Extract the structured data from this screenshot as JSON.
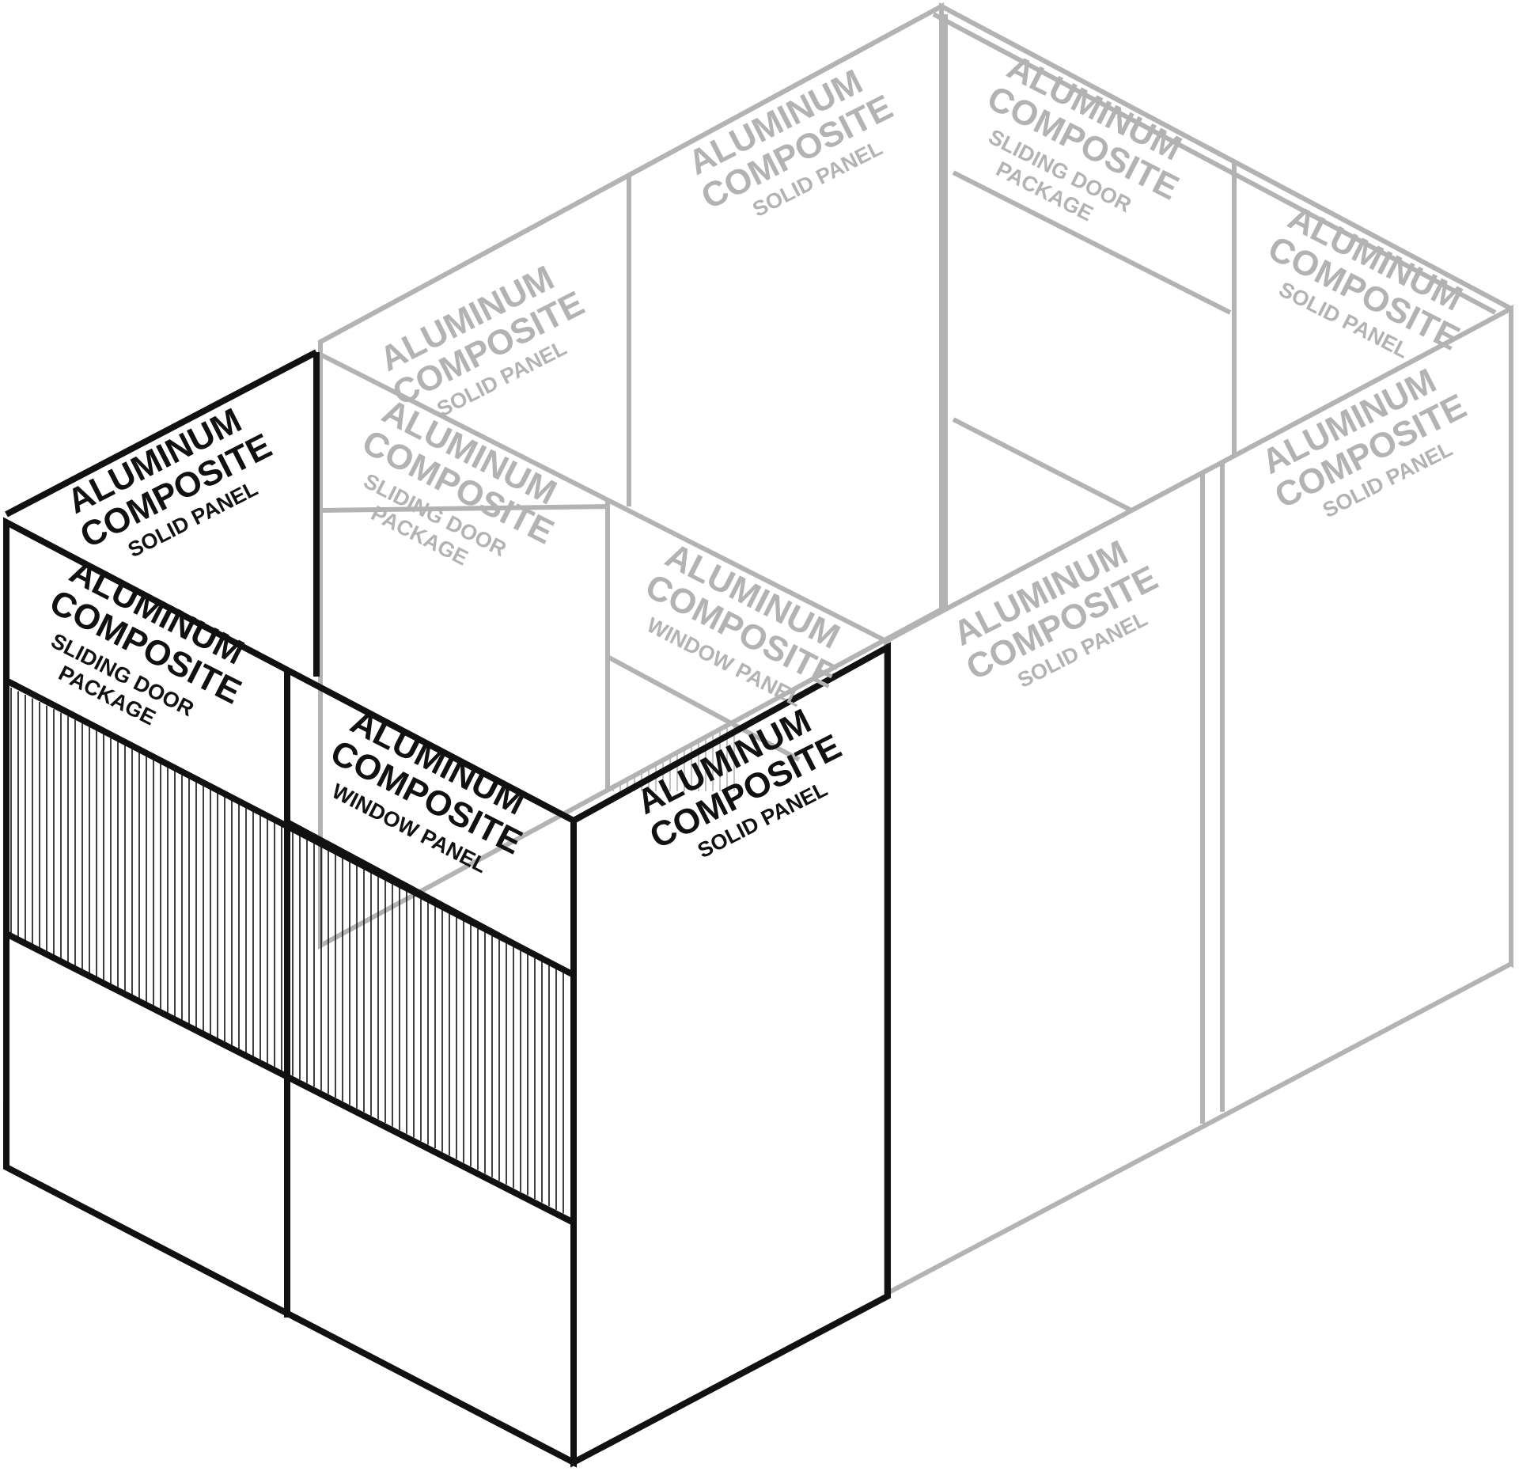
{
  "colors": {
    "existing": "#b3b3b3",
    "new": "#111111",
    "background": "#ffffff"
  },
  "labels": {
    "back_left_solid": {
      "line1": "ALUMINUM",
      "line2": "COMPOSITE",
      "line3": "SOLID PANEL"
    },
    "back_center_solid": {
      "line1": "ALUMINUM",
      "line2": "COMPOSITE",
      "line3": "SOLID PANEL"
    },
    "back_sliding_door": {
      "line1": "ALUMINUM",
      "line2": "COMPOSITE",
      "line3": "SLIDING DOOR",
      "line4": "PACKAGE"
    },
    "right_back_solid": {
      "line1": "ALUMINUM",
      "line2": "COMPOSITE",
      "line3": "SOLID PANEL"
    },
    "right_front_solid": {
      "line1": "ALUMINUM",
      "line2": "COMPOSITE",
      "line3": "SOLID PANEL"
    },
    "front_right_grey_solid": {
      "line1": "ALUMINUM",
      "line2": "COMPOSITE",
      "line3": "SOLID PANEL"
    },
    "inner_sliding_door": {
      "line1": "ALUMINUM",
      "line2": "COMPOSITE",
      "line3": "SLIDING DOOR",
      "line4": "PACKAGE"
    },
    "inner_window": {
      "line1": "ALUMINUM",
      "line2": "COMPOSITE",
      "line3": "WINDOW PANEL"
    },
    "black_back_solid": {
      "line1": "ALUMINUM",
      "line2": "COMPOSITE",
      "line3": "SOLID PANEL"
    },
    "black_sliding_door": {
      "line1": "ALUMINUM",
      "line2": "COMPOSITE",
      "line3": "SLIDING DOOR",
      "line4": "PACKAGE"
    },
    "black_window": {
      "line1": "ALUMINUM",
      "line2": "COMPOSITE",
      "line3": "WINDOW PANEL"
    },
    "black_right_solid": {
      "line1": "ALUMINUM",
      "line2": "COMPOSITE",
      "line3": "SOLID PANEL"
    }
  }
}
